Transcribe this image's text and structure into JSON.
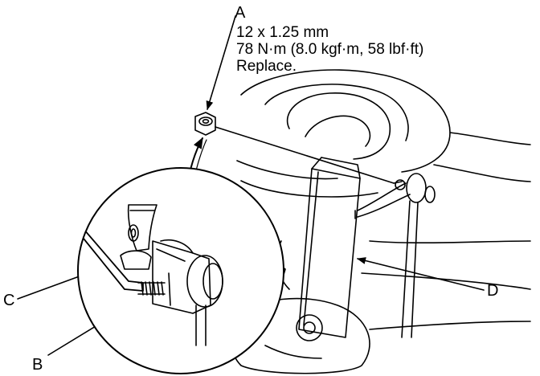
{
  "callouts": {
    "a": "A",
    "b": "B",
    "c": "C",
    "d": "D"
  },
  "spec_a": {
    "thread": "12 x 1.25 mm",
    "torque": "78 N·m (8.0 kgf·m, 58 lbf·ft)",
    "note": "Replace."
  },
  "colors": {
    "line": "#000000",
    "background": "#ffffff"
  }
}
